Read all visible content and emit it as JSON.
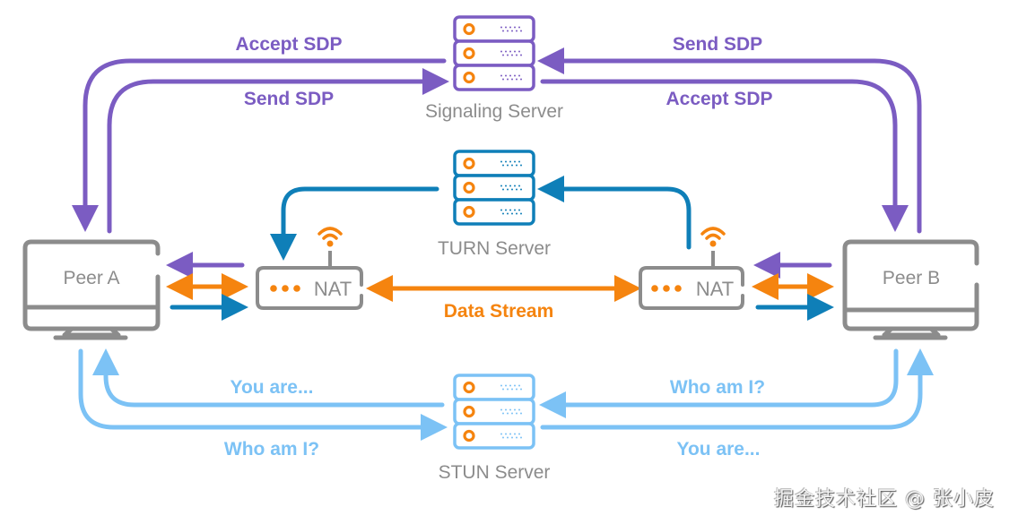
{
  "colors": {
    "signaling": "#7b5cc2",
    "turn": "#0f7fb8",
    "stun": "#7cc2f5",
    "data": "#f5840f",
    "gray": "#8c8c8c"
  },
  "signaling": {
    "server_label": "Signaling Server",
    "left_outer_label": "Accept SDP",
    "left_inner_label": "Send SDP",
    "right_outer_label": "Send SDP",
    "right_inner_label": "Accept SDP"
  },
  "turn": {
    "server_label": "TURN Server"
  },
  "stun": {
    "server_label": "STUN Server",
    "left_inner_label": "You are...",
    "left_outer_label": "Who am I?",
    "right_inner_label": "Who am I?",
    "right_outer_label": "You are..."
  },
  "peers": {
    "a_label": "Peer A",
    "b_label": "Peer B"
  },
  "nat": {
    "left_label": "NAT",
    "right_label": "NAT"
  },
  "data_stream_label": "Data Stream",
  "watermark": "掘金技术社区 @ 张小皮"
}
